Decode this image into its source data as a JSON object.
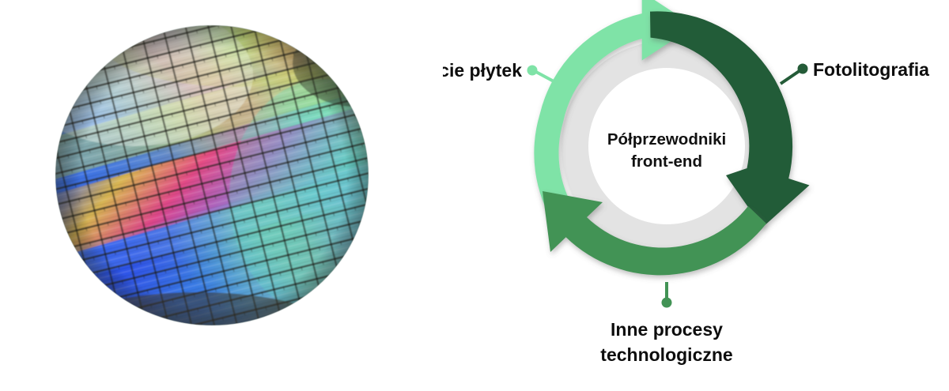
{
  "diagram": {
    "title_center": {
      "line1": "Półprzewodniki",
      "line2": "front-end"
    },
    "nodes": [
      {
        "id": "mycie-plytek",
        "label": "Mycie płytek",
        "position": "left",
        "color": "#7FE3A7",
        "arc_degrees": 110
      },
      {
        "id": "fotolitografia",
        "label": "Fotolitografia",
        "position": "right",
        "color": "#245B38",
        "arc_degrees": 110
      },
      {
        "id": "inne-procesy",
        "label_line1": "Inne procesy",
        "label_line2": "technologiczne",
        "label": "Inne procesy technologiczne",
        "position": "bottom",
        "color": "#429355",
        "arc_degrees": 110
      }
    ],
    "colors": {
      "light_green": "#7FE3A7",
      "dark_green": "#245B38",
      "mid_green": "#429355",
      "ring_gray": "#E3E3E3",
      "inner_white": "#FFFFFF",
      "text": "#0D0D0D",
      "background": "#FFFFFF"
    }
  },
  "image": {
    "caption": "silicon-wafer-photo",
    "alt": "Silicon wafer with iridescent die grid",
    "shape": "ellipse"
  }
}
